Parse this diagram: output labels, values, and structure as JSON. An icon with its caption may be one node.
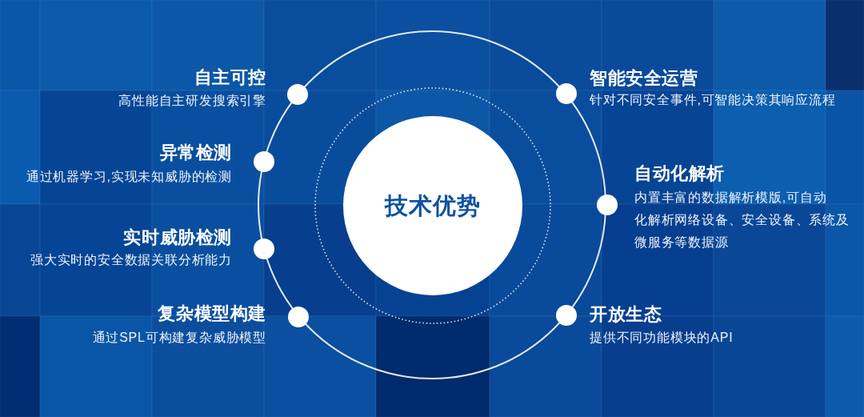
{
  "diagram": {
    "nodes": [
      {
        "text": [
          "技术优势"
        ]
      },
      {
        "text": [],
        "shape": "circle",
        "beside": [
          "自主可控",
          "高性能自主研发搜索引擎"
        ]
      },
      {
        "text": [],
        "shape": "circle",
        "beside": [
          "异常检测",
          "通过机器学习,实现未知威胁的检测"
        ]
      },
      {
        "text": [],
        "shape": "circle",
        "beside": [
          "实时威胁检测",
          "强大实时的安全数据关联分析能力"
        ]
      },
      {
        "text": [],
        "shape": "circle",
        "beside": [
          "复杂模型构建",
          "通过SPL可构建复杂威胁模型"
        ]
      },
      {
        "text": [],
        "shape": "circle",
        "beside": [
          "智能安全运营",
          "针对不同安全事件,可智能决策其响应流程"
        ]
      },
      {
        "text": [],
        "shape": "circle",
        "beside": [
          "自动化解析",
          "内置丰富的数据解析模版,可自动化解析网络设备、安全设备、系统及微服务等数据源"
        ]
      },
      {
        "text": [],
        "shape": "circle",
        "beside": [
          "开放生态",
          "提供不同功能模块的API"
        ]
      }
    ]
  }
}
